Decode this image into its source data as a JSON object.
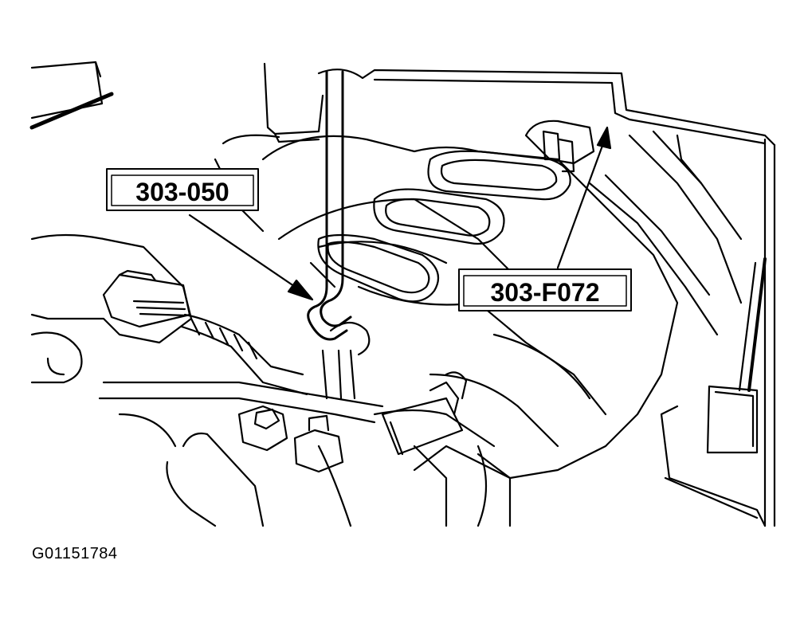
{
  "callouts": {
    "tool_a": "303-050",
    "tool_b": "303-F072"
  },
  "figure_id": "G01151784",
  "colors": {
    "ink": "#000000",
    "paper": "#ffffff"
  }
}
